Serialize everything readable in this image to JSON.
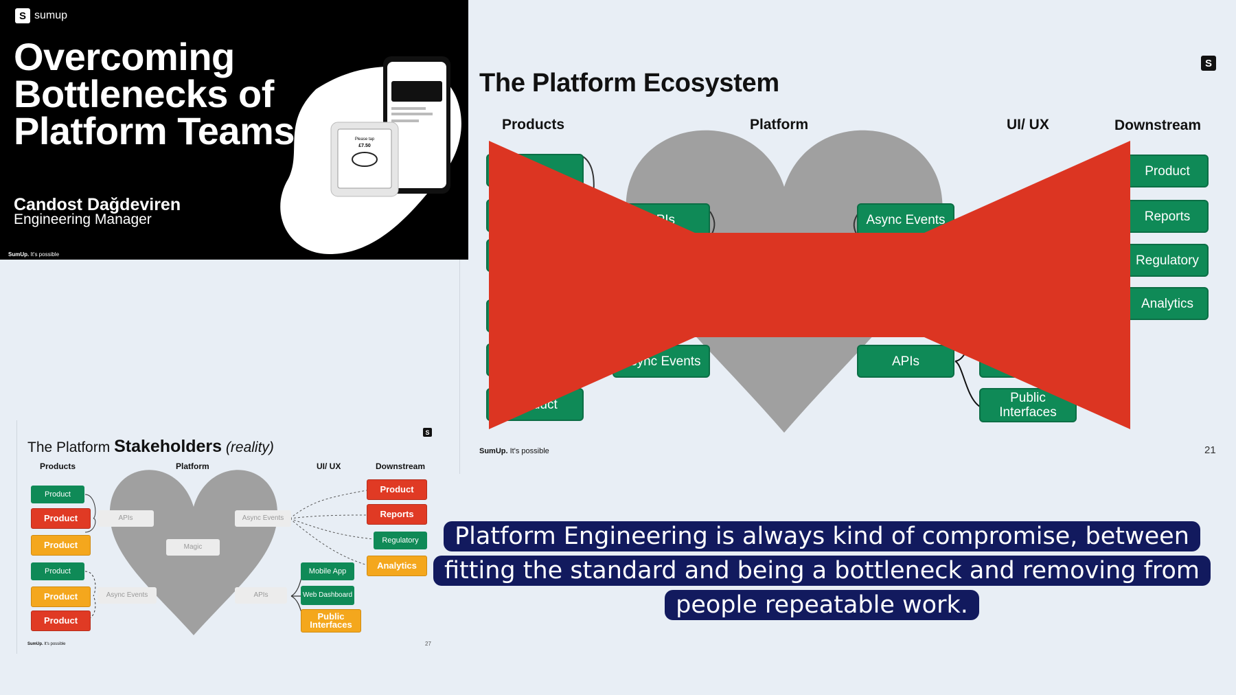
{
  "title_slide": {
    "brand": "sumup",
    "logo_glyph": "S",
    "title": "Overcoming Bottlenecks of Platform Teams",
    "speaker_name": "Candost Dağdeviren",
    "speaker_role": "Engineering Manager",
    "footer_brand": "SumUp.",
    "footer_tagline": "It's possible",
    "device_screen_text": "Please tap",
    "device_amount": "£7.50"
  },
  "main_slide": {
    "title": "The Platform Ecosystem",
    "logo_glyph": "S",
    "columns": {
      "products": "Products",
      "platform": "Platform",
      "uiux": "UI/ UX",
      "downstream": "Downstream"
    },
    "platform_boxes": {
      "apis_left": "APIs",
      "async_left": "Async Events",
      "async_right": "Async Events",
      "apis_right": "APIs"
    },
    "product_bottom": "Product",
    "uiux_boxes": {
      "public_interfaces": "Public Interfaces"
    },
    "downstream_boxes": [
      "Product",
      "Reports",
      "Regulatory",
      "Analytics"
    ],
    "footer_brand": "SumUp.",
    "footer_tagline": "It's possible",
    "page": "21",
    "colors": {
      "box_green": "#0f8a57",
      "heart_gray": "#a0a0a0",
      "x_red": "#dc3522"
    }
  },
  "stakeholders_slide": {
    "title_prefix": "The Platform",
    "title_bold": "Stakeholders",
    "title_suffix": "(reality)",
    "logo_glyph": "S",
    "columns": {
      "products": "Products",
      "platform": "Platform",
      "uiux": "UI/ UX",
      "downstream": "Downstream"
    },
    "products": [
      "Product",
      "Product",
      "Product",
      "Product",
      "Product",
      "Product"
    ],
    "platform": {
      "apis_left": "APIs",
      "magic": "Magic",
      "async_right": "Async Events",
      "async_left": "Async Events",
      "apis_right": "APIs"
    },
    "uiux": [
      "Mobile App",
      "Web Dashboard",
      "Public Interfaces"
    ],
    "downstream": [
      "Product",
      "Reports",
      "Regulatory",
      "Analytics"
    ],
    "footer_brand": "SumUp.",
    "footer_tagline": "It's possible",
    "page": "27",
    "colors": {
      "green": "#0f8a57",
      "red": "#e03a24",
      "orange": "#f4a71d"
    }
  },
  "caption": {
    "text": "Platform Engineering is always kind of compromise, between fitting the standard and being a bottleneck and removing from people repeatable work.",
    "background": "#121a5e"
  }
}
